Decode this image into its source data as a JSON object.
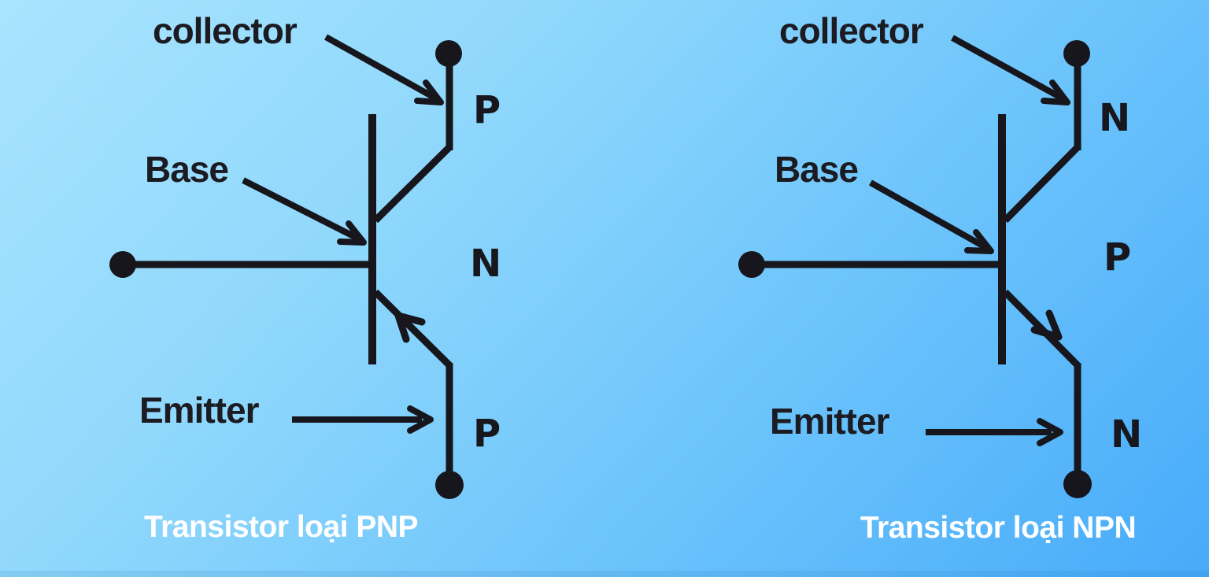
{
  "canvas": {
    "background_gradient": [
      "#a9e4fe",
      "#90d8fc",
      "#6ec5fb",
      "#47abfa"
    ],
    "line_color": "#16161c",
    "label_color": "#1b1b21",
    "caption_color": "#ffffff"
  },
  "diagrams": [
    {
      "type": "PNP",
      "caption": "Transistor loại PNP",
      "labels": {
        "collector": "collector",
        "base": "Base",
        "emitter": "Emitter"
      },
      "regions": {
        "collector": "P",
        "base": "N",
        "emitter": "P"
      }
    },
    {
      "type": "NPN",
      "caption": "Transistor loại NPN",
      "labels": {
        "collector": "collector",
        "base": "Base",
        "emitter": "Emitter"
      },
      "regions": {
        "collector": "N",
        "base": "P",
        "emitter": "N"
      }
    }
  ]
}
